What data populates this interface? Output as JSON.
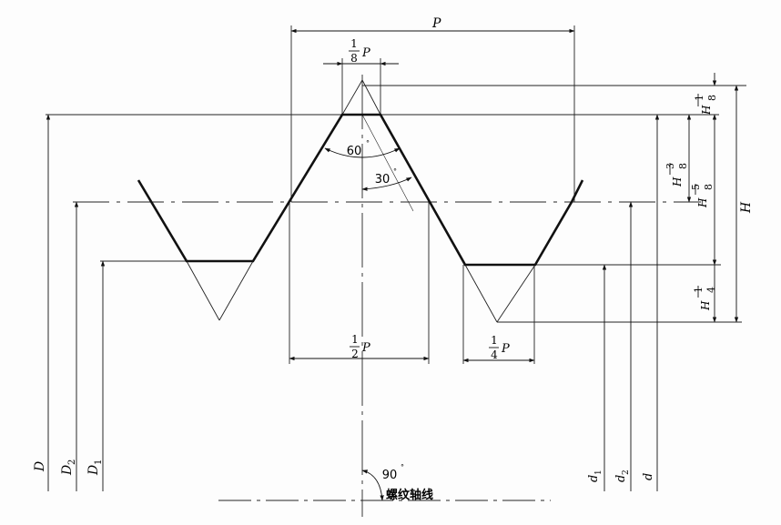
{
  "diagram": {
    "top_dims": {
      "pitch": "P",
      "crest_num": "1",
      "crest_den": "8",
      "crest_var": "P"
    },
    "angles": {
      "profile": "60",
      "flank": "30",
      "axis": "90",
      "degree_sign": "°"
    },
    "bottom_dims": {
      "half_num": "1",
      "half_den": "2",
      "half_var": "P",
      "quarter_num": "1",
      "quarter_den": "4",
      "quarter_var": "P"
    },
    "left_dims": {
      "major": "D",
      "pitch_letter": "D",
      "pitch_sub": "2",
      "minor_letter": "D",
      "minor_sub": "1"
    },
    "right_dims": {
      "minor_letter": "d",
      "minor_sub": "1",
      "pitch_letter": "d",
      "pitch_sub": "2",
      "major": "d"
    },
    "height_dims": {
      "total": "H",
      "one_eighth_num": "1",
      "one_eighth_den": "8",
      "three_eighth_num": "3",
      "three_eighth_den": "8",
      "five_eighth_num": "5",
      "five_eighth_den": "8",
      "one_quarter_num": "1",
      "one_quarter_den": "4",
      "var": "H"
    },
    "axis_label": "螺纹轴线"
  }
}
